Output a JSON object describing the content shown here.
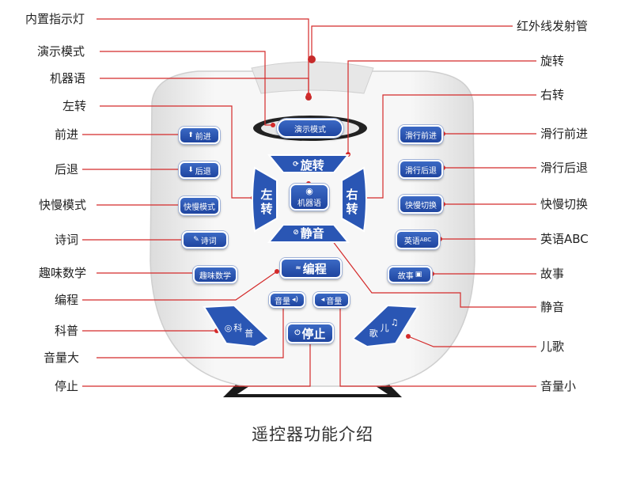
{
  "caption": "遥控器功能介绍",
  "labels_left": {
    "indicator": "内置指示灯",
    "demo": "演示模式",
    "robot_talk": "机器语",
    "turn_left": "左转",
    "forward": "前进",
    "backward": "后退",
    "speed_mode": "快慢模式",
    "poetry": "诗词",
    "math": "趣味数学",
    "coding": "编程",
    "science": "科普",
    "vol_up": "音量大",
    "stop": "停止"
  },
  "labels_right": {
    "ir": "红外线发射管",
    "rotate": "旋转",
    "turn_right": "右转",
    "slide_fwd": "滑行前进",
    "slide_back": "滑行后退",
    "speed_switch": "快慢切换",
    "english": "英语ABC",
    "story": "故事",
    "mute": "静音",
    "song": "儿歌",
    "vol_down": "音量小"
  },
  "buttons": {
    "demo": "演示模式",
    "rotate": "旋转",
    "left_1": "左",
    "left_2": "转",
    "right_1": "右",
    "right_2": "转",
    "robot": "机器语",
    "mute": "静音",
    "forward": "前进",
    "backward": "后退",
    "speed": "快慢模式",
    "poetry": "诗词",
    "math": "趣味数学",
    "slide_fwd": "滑行前进",
    "slide_back": "滑行后退",
    "speed_switch": "快慢切换",
    "english": "英语",
    "english_small": "ABC",
    "story": "故事",
    "coding": "编程",
    "vol_up": "音量",
    "vol_down": "音量",
    "stop": "停止",
    "science_1": "科",
    "science_2": "普",
    "song_1": "儿",
    "song_2": "歌"
  },
  "colors": {
    "button": "#2a56b4",
    "line": "#d42a2a",
    "body": "#f2f2f2"
  }
}
